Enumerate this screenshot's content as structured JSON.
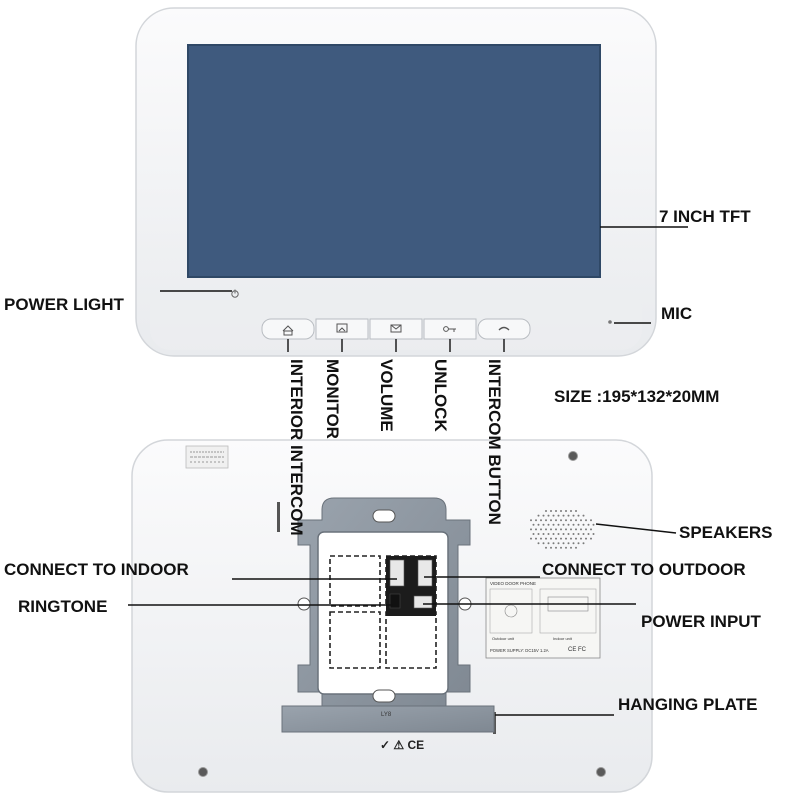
{
  "labels": {
    "tft": "7 INCH TFT",
    "power_light": "POWER LIGHT",
    "mic": "MIC",
    "size": "SIZE :195*132*20MM",
    "interior_intercom": "INTERIOR INTERCOM",
    "monitor": "MONITOR",
    "volume": "VOLUME",
    "unlock": "UNLOCK",
    "intercom_button": "INTERCOM BUTTON",
    "speakers": "SPEAKERS",
    "connect_indoor": "CONNECT TO INDOOR",
    "connect_outdoor": "CONNECT TO OUTDOOR",
    "ringtone": "RINGTONE",
    "power_input": "POWER INPUT",
    "hanging_plate": "HANGING PLATE"
  },
  "back_panel": {
    "sticker_title": "VIDEO DOOR PHONE",
    "sticker_power": "POWER SUPPLY: DC15V 1.2A",
    "sticker_outdoor": "Outdoor unit",
    "sticker_indoor": "Indoor unit",
    "plate_mark": "LY8"
  },
  "colors": {
    "screen": "#3f5a7e",
    "plate": "#8d96a0",
    "body": "#f4f5f6"
  }
}
